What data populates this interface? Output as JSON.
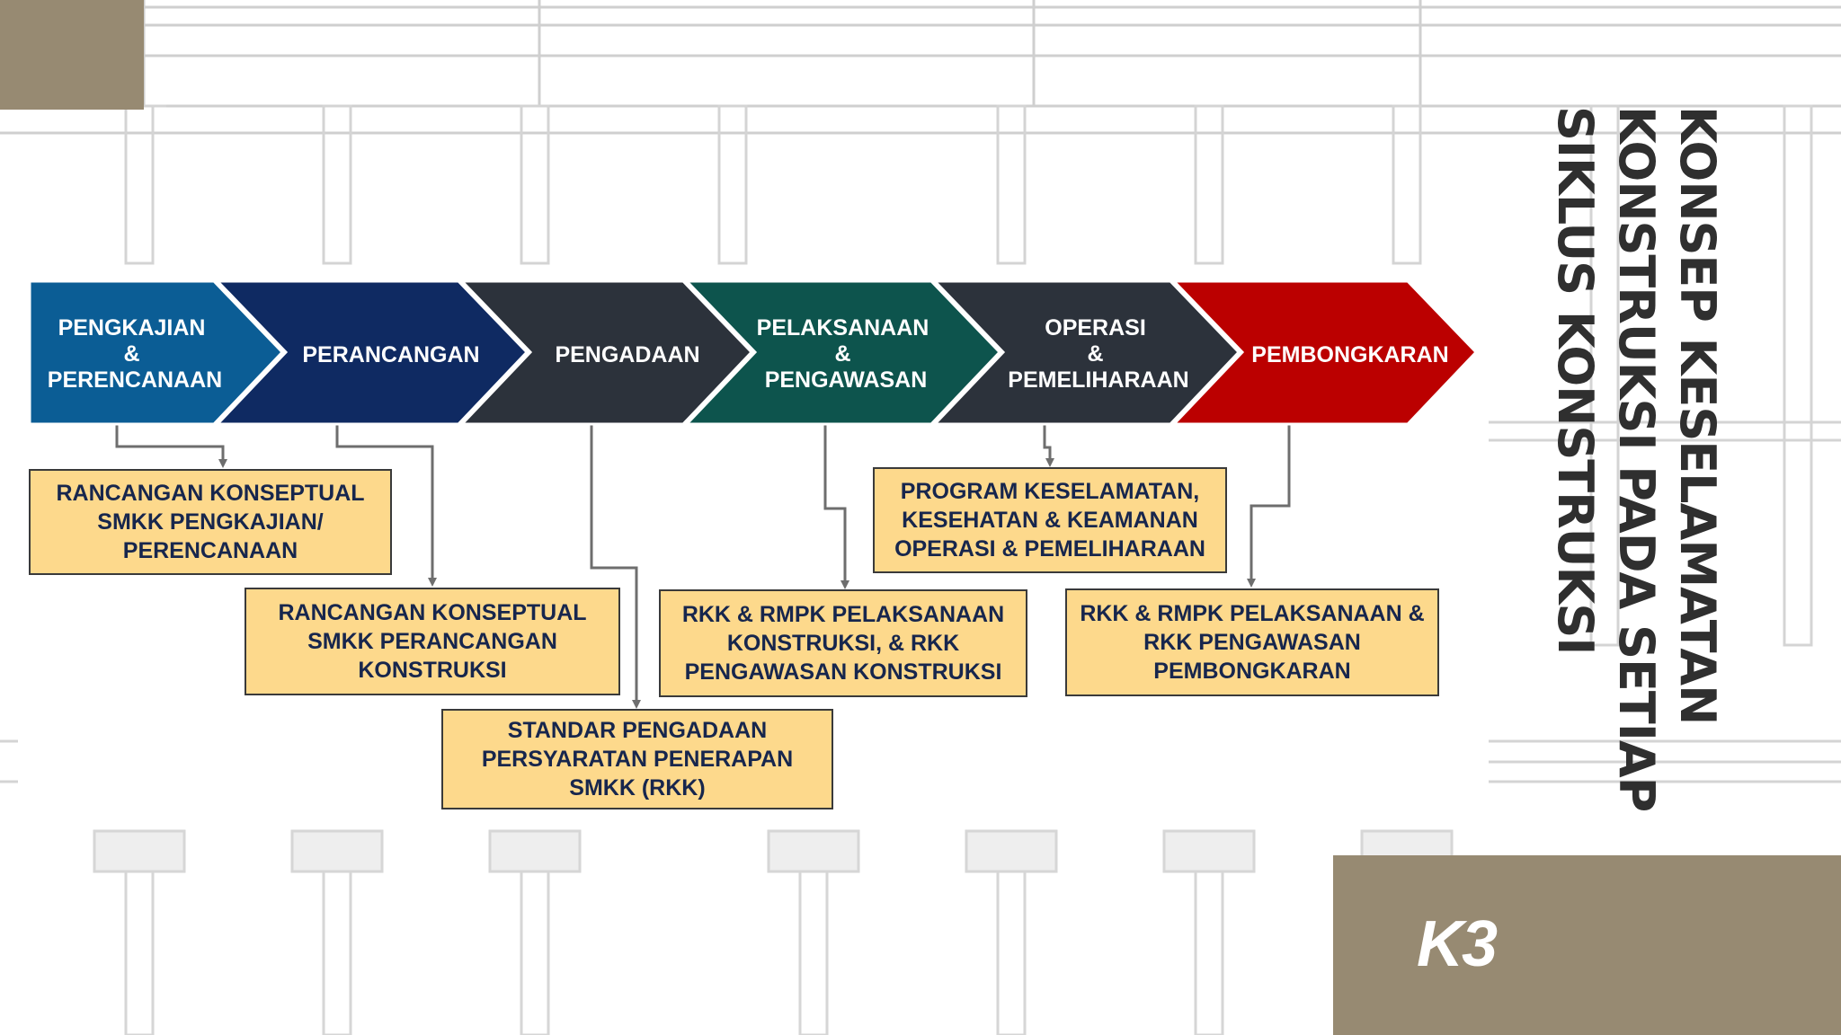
{
  "slide": {
    "title_lines": [
      "KONSEP KESELAMATAN",
      "KONSTRUKSI PADA SETIAP",
      "SIKLUS KONSTRUKSI"
    ],
    "badge": "K3",
    "accent_color": "#978a72"
  },
  "diagram": {
    "stages": [
      {
        "id": "pengkajian",
        "lines": [
          "PENGKAJIAN",
          "&",
          "PERENCANAAN"
        ],
        "color": "#0b5d95"
      },
      {
        "id": "perancangan",
        "lines": [
          "PERANCANGAN"
        ],
        "color": "#0f2a62"
      },
      {
        "id": "pengadaan",
        "lines": [
          "PENGADAAN"
        ],
        "color": "#2c323b"
      },
      {
        "id": "pelaksanaan",
        "lines": [
          "PELAKSANAAN",
          "&",
          "PENGAWASAN"
        ],
        "color": "#0d544d"
      },
      {
        "id": "operasi",
        "lines": [
          "OPERASI",
          "&",
          "PEMELIHARAAN"
        ],
        "color": "#2c323b"
      },
      {
        "id": "pembongkaran",
        "lines": [
          "PEMBONGKARAN"
        ],
        "color": "#bb0000"
      }
    ],
    "outputs": [
      {
        "id": "out-pengkajian",
        "text": "RANCANGAN KONSEPTUAL\nSMKK PENGKAJIAN/\nPERENCANAAN"
      },
      {
        "id": "out-perancangan",
        "text": "RANCANGAN KONSEPTUAL\nSMKK PERANCANGAN\nKONSTRUKSI"
      },
      {
        "id": "out-pengadaan",
        "text": "STANDAR PENGADAAN\nPERSYARATAN PENERAPAN\nSMKK (RKK)"
      },
      {
        "id": "out-pelaksanaan",
        "text": "RKK & RMPK PELAKSANAAN\nKONSTRUKSI, & RKK\nPENGAWASAN KONSTRUKSI"
      },
      {
        "id": "out-operasi",
        "text": "PROGRAM KESELAMATAN,\nKESEHATAN & KEAMANAN\nOPERASI & PEMELIHARAAN"
      },
      {
        "id": "out-pembongkaran",
        "text": "RKK & RMPK PELAKSANAAN &\nRKK PENGAWASAN\nPEMBONGKARAN"
      }
    ],
    "box_color": "#fdd98c",
    "connector_color": "#6e6e6e"
  }
}
